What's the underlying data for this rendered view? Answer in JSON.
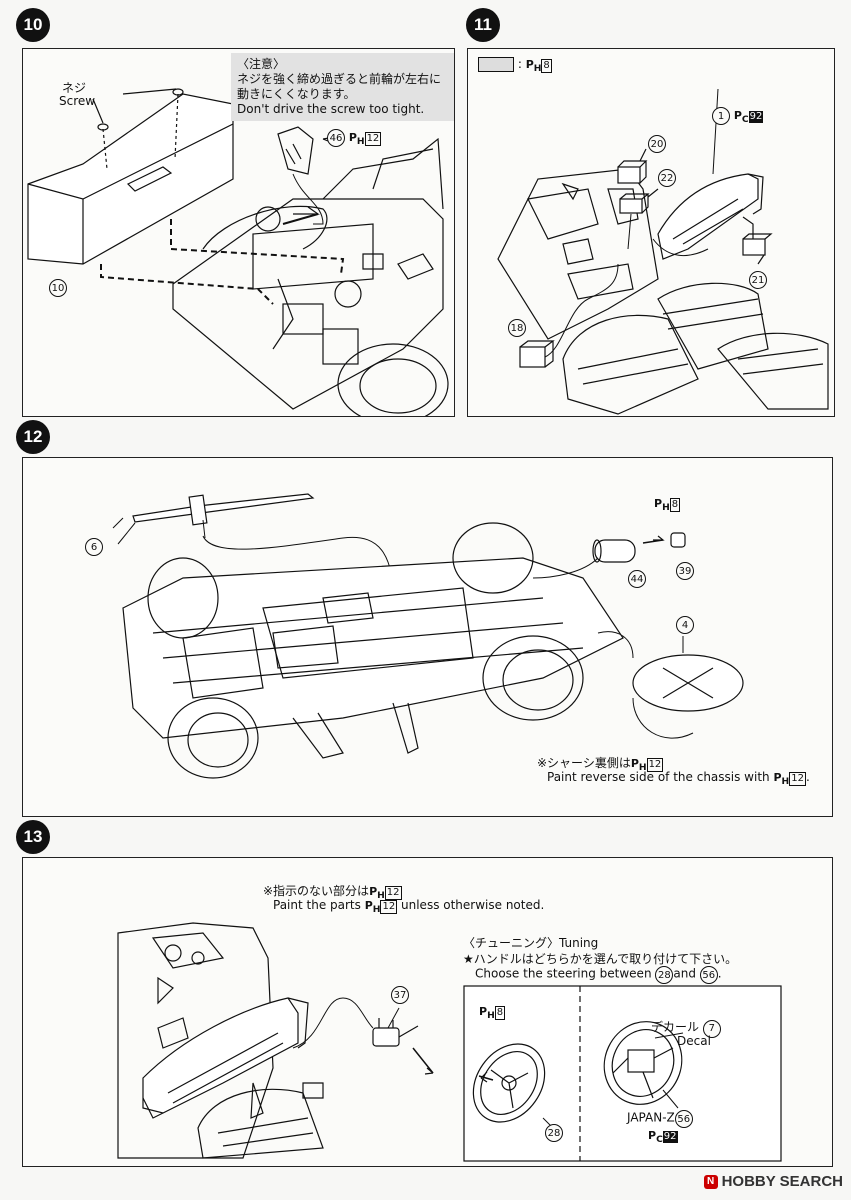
{
  "steps": {
    "s10": {
      "number": "10"
    },
    "s11": {
      "number": "11"
    },
    "s12": {
      "number": "12"
    },
    "s13": {
      "number": "13"
    }
  },
  "step10": {
    "screw_jp": "ネジ",
    "screw_en": "Screw",
    "note_title": "〈注意〉",
    "note_jp_1": "ネジを強く締め過ぎると前輪が左右に",
    "note_jp_2": "動きにくくなります。",
    "note_en": "Don't drive the screw too tight.",
    "part_46": "46",
    "paint_46": "12",
    "part_10": "10"
  },
  "step11": {
    "swatch_paint": "8",
    "part_1": "1",
    "paint_1": "92",
    "part_20": "20",
    "part_22": "22",
    "part_21": "21",
    "part_18": "18"
  },
  "step12": {
    "part_6": "6",
    "paint_39": "8",
    "part_44": "44",
    "part_39": "39",
    "part_4": "4",
    "note_jp": "※シャーシ裏側は",
    "note_jp_paint": "12",
    "note_en": "Paint reverse side of the chassis with",
    "note_en_paint": "12"
  },
  "step13": {
    "note_jp": "※指示のない部分は",
    "note_jp_paint": "12",
    "note_en_a": "Paint the parts",
    "note_en_paint": "12",
    "note_en_b": "unless otherwise noted.",
    "part_37": "37",
    "tuning_title": "〈チューニング〉Tuning",
    "tuning_jp": "★ハンドルはどちらかを選んで取り付けて下さい。",
    "tuning_en_a": "Choose the steering between",
    "tuning_en_28": "28",
    "tuning_en_and": "and",
    "tuning_en_56": "56",
    "paint_28": "8",
    "part_28": "28",
    "decal_jp": "デカール",
    "decal_en": "Decal",
    "decal_num": "7",
    "japanz": "JAPAN-Z",
    "part_56": "56",
    "paint_56": "92"
  },
  "paint_prefix_h": "H",
  "paint_prefix_c": "C",
  "watermark": "HOBBY SEARCH"
}
